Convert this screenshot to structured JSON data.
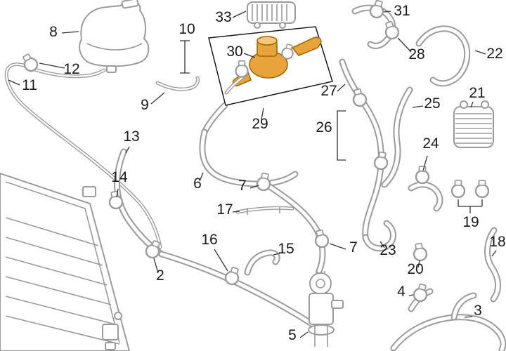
{
  "diagram": {
    "kind": "exploded-parts-diagram",
    "subject": "engine cooling system hoses, clamps and fittings",
    "background": "#ffffff",
    "colors": {
      "part_line": "#9b9b9b",
      "label_text": "#1a1a1a",
      "leader_line": "#333333",
      "highlight_fill": "#E8A33D",
      "highlight_fill_light": "#F3C77E",
      "highlight_stroke": "#A06A00",
      "highlight_box_stroke": "#1a1a1a"
    },
    "highlight": {
      "boxed_callouts": [
        "30",
        "29"
      ],
      "note": "part 30 drawn in orange inside white callout box"
    },
    "callouts": [
      {
        "n": "8"
      },
      {
        "n": "12"
      },
      {
        "n": "11"
      },
      {
        "n": "9"
      },
      {
        "n": "10"
      },
      {
        "n": "33"
      },
      {
        "n": "30"
      },
      {
        "n": "29"
      },
      {
        "n": "31"
      },
      {
        "n": "28"
      },
      {
        "n": "22"
      },
      {
        "n": "27"
      },
      {
        "n": "26"
      },
      {
        "n": "25"
      },
      {
        "n": "21"
      },
      {
        "n": "24"
      },
      {
        "n": "13"
      },
      {
        "n": "14"
      },
      {
        "n": "6"
      },
      {
        "n": "7"
      },
      {
        "n": "17"
      },
      {
        "n": "16"
      },
      {
        "n": "15"
      },
      {
        "n": "2"
      },
      {
        "n": "5"
      },
      {
        "n": "7"
      },
      {
        "n": "23"
      },
      {
        "n": "19"
      },
      {
        "n": "18"
      },
      {
        "n": "20"
      },
      {
        "n": "4"
      },
      {
        "n": "3"
      }
    ]
  }
}
